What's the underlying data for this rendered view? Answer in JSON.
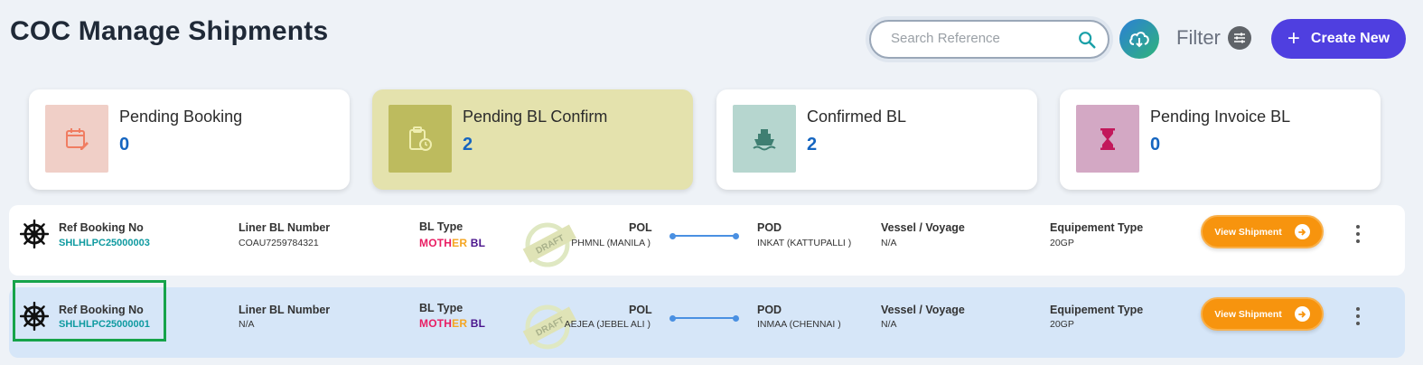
{
  "header": {
    "title": "COC Manage Shipments",
    "search_placeholder": "Search Reference",
    "filter_label": "Filter",
    "create_label": "Create New"
  },
  "colors": {
    "accent": "#4f3fe0",
    "count_blue": "#1565c0",
    "ref_teal": "#0f9aa0",
    "view_orange": "#f7940e",
    "route_blue": "#4a90e2",
    "highlight_green": "#16a34a"
  },
  "summary_cards": [
    {
      "label": "Pending Booking",
      "count": "0",
      "icon": "calendar-edit-icon",
      "icon_bg": "#f0cfc7",
      "card_bg": "#ffffff"
    },
    {
      "label": "Pending BL Confirm",
      "count": "2",
      "icon": "clipboard-clock-icon",
      "icon_bg": "#bdbb5e",
      "card_bg": "#e4e2ad"
    },
    {
      "label": "Confirmed BL",
      "count": "2",
      "icon": "ship-icon",
      "icon_bg": "#b6d6cf",
      "card_bg": "#ffffff"
    },
    {
      "label": "Pending Invoice BL",
      "count": "0",
      "icon": "hourglass-icon",
      "icon_bg": "#d3a8c4",
      "card_bg": "#ffffff"
    }
  ],
  "field_labels": {
    "ref": "Ref Booking No",
    "liner": "Liner BL Number",
    "bltype": "BL Type",
    "pol": "POL",
    "pod": "POD",
    "vessel": "Vessel / Voyage",
    "equip": "Equipement Type"
  },
  "bl_type_value": {
    "part1": "MOTH",
    "part2": "ER",
    "part3": " BL"
  },
  "stamp_text": "DRAFT",
  "view_label": "View Shipment",
  "shipments": [
    {
      "ref": "SHLHLPC25000003",
      "liner_bl": "COAU7259784321",
      "pol": "PHMNL (MANILA )",
      "pod": "INKAT (KATTUPALLI )",
      "vessel": "N/A",
      "equipment": "20GP"
    },
    {
      "ref": "SHLHLPC25000001",
      "liner_bl": "N/A",
      "pol": "AEJEA (JEBEL ALI )",
      "pod": "INMAA (CHENNAI )",
      "vessel": "N/A",
      "equipment": "20GP"
    }
  ]
}
